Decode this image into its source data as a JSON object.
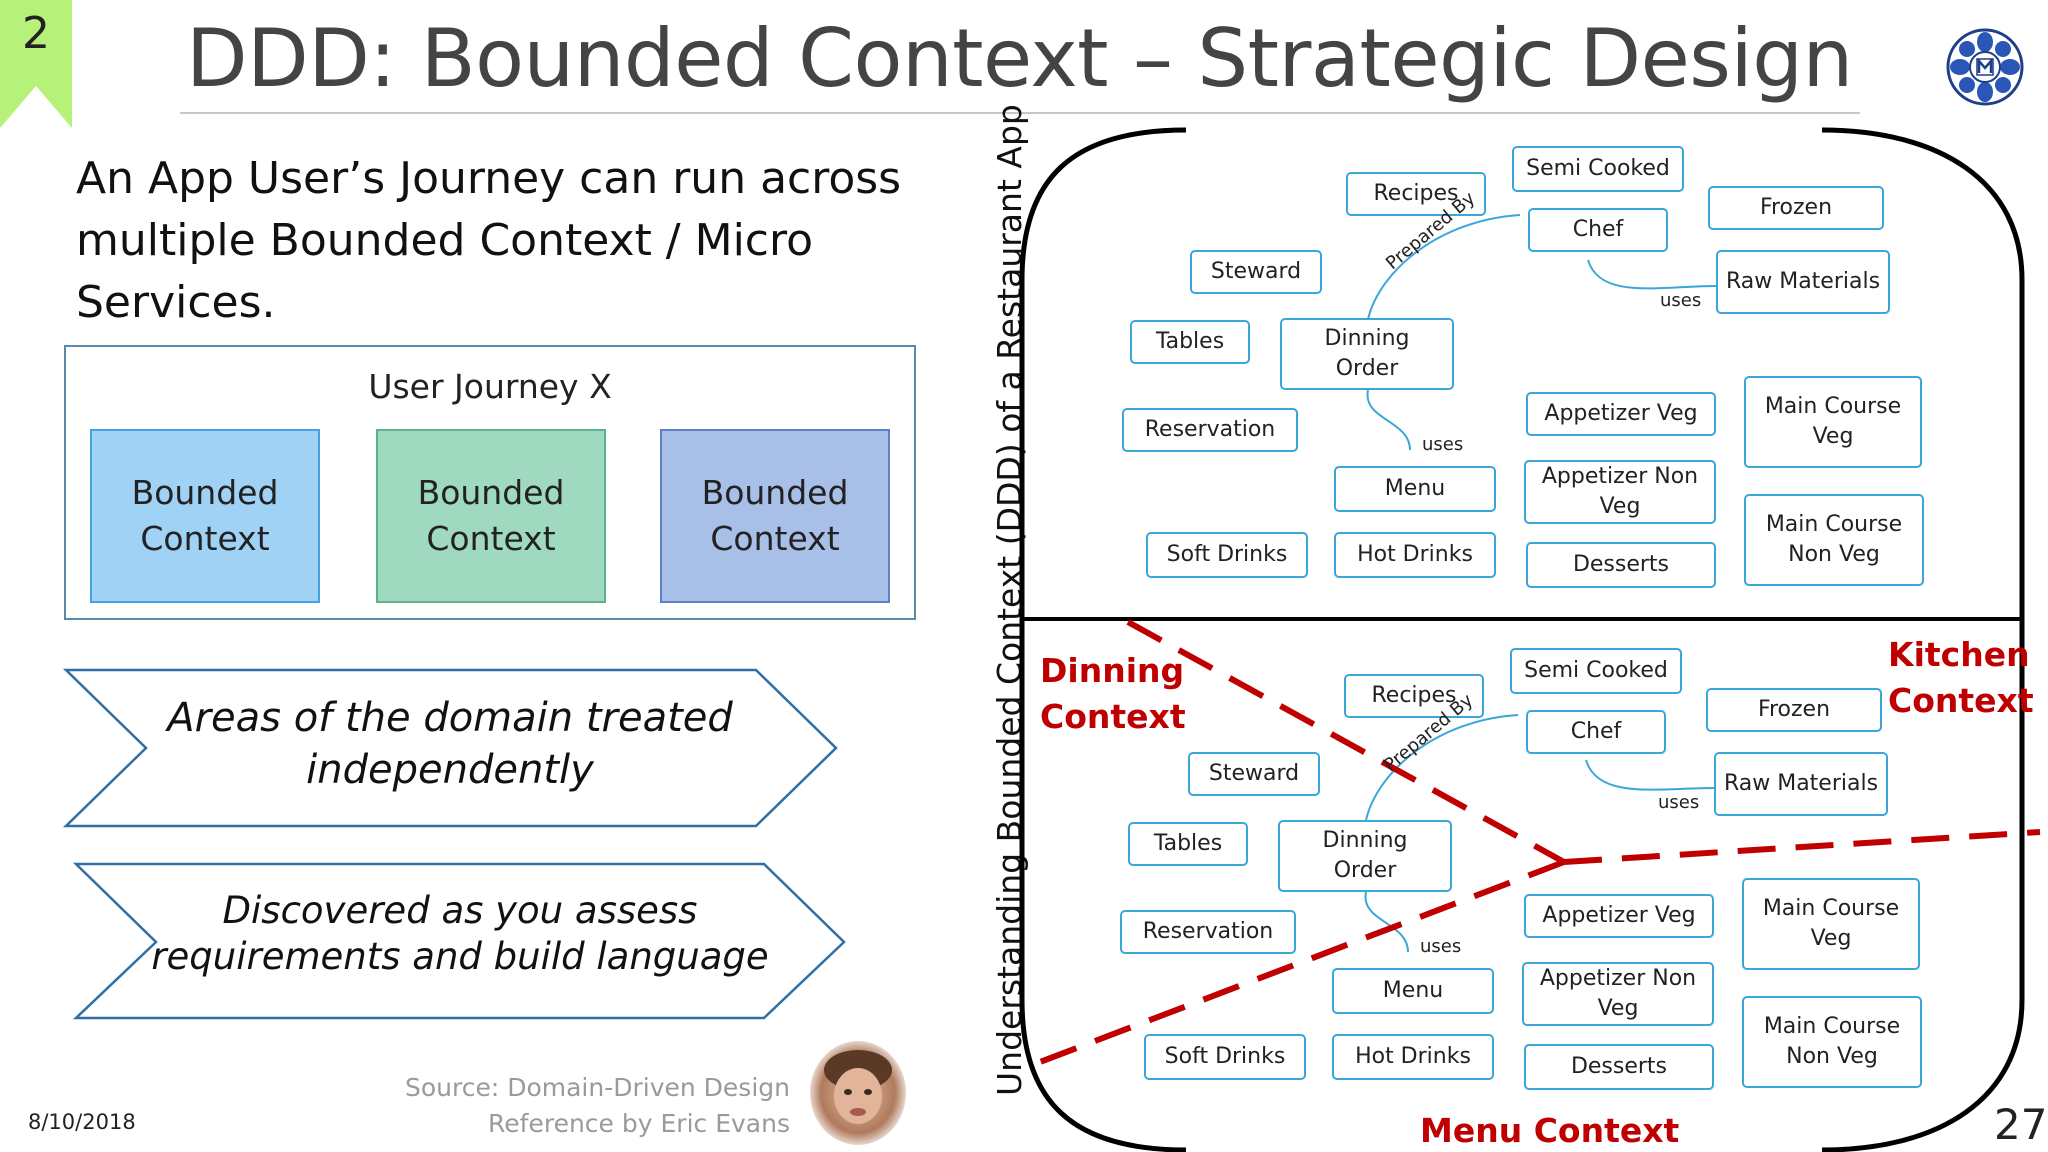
{
  "slide_number": "2",
  "title": "DDD: Bounded Context – Strategic Design",
  "intro_text": "An App User’s Journey can run across multiple Bounded Context / Micro Services.",
  "journey": {
    "title": "User Journey X",
    "contexts": [
      "Bounded Context",
      "Bounded Context",
      "Bounded Context"
    ]
  },
  "chevrons": [
    "Areas of the domain treated independently",
    "Discovered as you assess requirements and build language"
  ],
  "source": {
    "line1": "Source: Domain-Driven Design",
    "line2": "Reference by Eric Evans"
  },
  "date": "8/10/2018",
  "page_number": "27",
  "vertical_label": "Understanding Bounded Context (DDD) of a Restaurant App",
  "diagram": {
    "nodes": {
      "semi_cooked": "Semi Cooked",
      "recipes": "Recipes",
      "frozen": "Frozen",
      "chef": "Chef",
      "steward": "Steward",
      "raw_materials": "Raw Materials",
      "tables": "Tables",
      "dinning_order": "Dinning Order",
      "reservation": "Reservation",
      "appetizer_veg": "Appetizer Veg",
      "main_course_veg": "Main Course Veg",
      "appetizer_non_veg": "Appetizer Non Veg",
      "menu": "Menu",
      "main_course_non_veg": "Main Course Non Veg",
      "soft_drinks": "Soft Drinks",
      "hot_drinks": "Hot Drinks",
      "desserts": "Desserts"
    },
    "edge_labels": {
      "prepared_by": "Prepared By",
      "uses_chef": "uses",
      "uses_menu": "uses"
    }
  },
  "contexts": {
    "dinning": "Dinning Context",
    "kitchen": "Kitchen Context",
    "menu": "Menu Context"
  },
  "colors": {
    "node_border": "#3aa6d9",
    "context_red": "#c00000",
    "badge_green": "#b6f27a"
  }
}
